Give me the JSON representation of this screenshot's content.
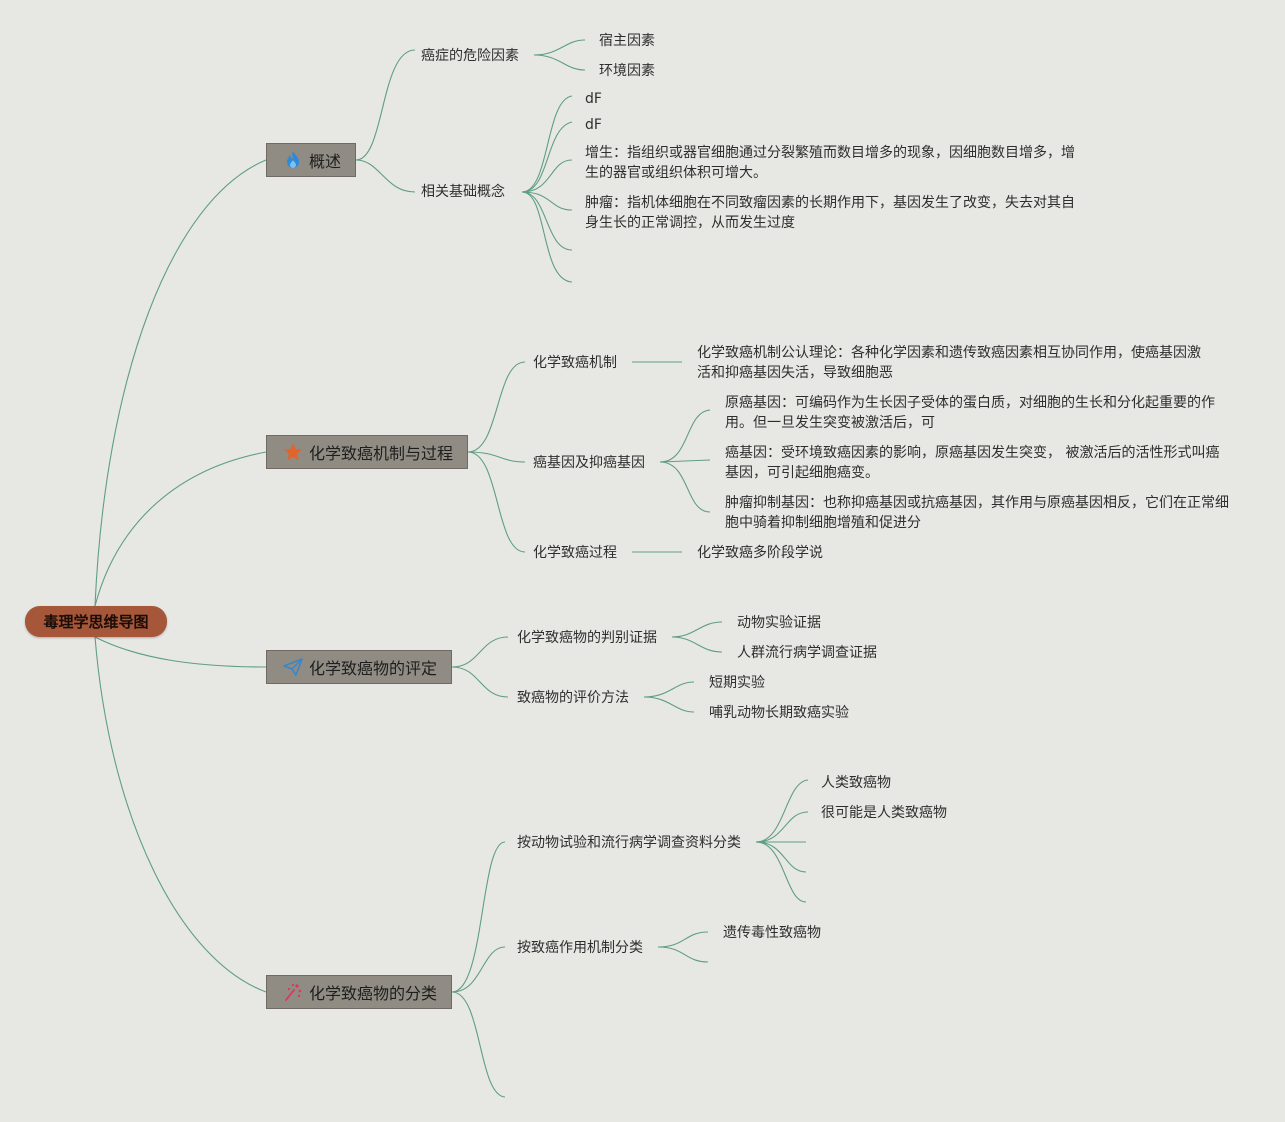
{
  "root": "毒理学思维导图",
  "branches": {
    "overview": {
      "label": "概述",
      "icon": "fire-icon",
      "risk_factors": {
        "label": "癌症的危险因素",
        "host": "宿主因素",
        "env": "环境因素"
      },
      "concepts": {
        "label": "相关基础概念",
        "df1": "dF",
        "df2": "dF",
        "hyperplasia": "增生：指组织或器官细胞通过分裂繁殖而数目增多的现象，因细胞数目增多，增生的器官或组织体积可增大。",
        "tumor": "肿瘤：指机体细胞在不同致瘤因素的长期作用下，基因发生了改变，失去对其自身生长的正常调控，从而发生过度"
      }
    },
    "mechanism": {
      "label": "化学致癌机制与过程",
      "icon": "star-icon",
      "mech": {
        "label": "化学致癌机制",
        "theory": "化学致癌机制公认理论：各种化学因素和遗传致癌因素相互协同作用，使癌基因激活和抑癌基因失活，导致细胞恶"
      },
      "genes": {
        "label": "癌基因及抑癌基因",
        "proto": "原癌基因：可编码作为生长因子受体的蛋白质，对细胞的生长和分化起重要的作用。但一旦发生突变被激活后，可",
        "onco": "癌基因：受环境致癌因素的影响，原癌基因发生突变， 被激活后的活性形式叫癌基因，可引起细胞癌变。",
        "suppressor": "肿瘤抑制基因：也称抑癌基因或抗癌基因，其作用与原癌基因相反，它们在正常细胞中骑着抑制细胞增殖和促进分"
      },
      "process": {
        "label": "化学致癌过程",
        "theory": "化学致癌多阶段学说"
      }
    },
    "evaluation": {
      "label": "化学致癌物的评定",
      "icon": "paper-plane-icon",
      "evidence": {
        "label": "化学致癌物的判别证据",
        "animal": "动物实验证据",
        "human": "人群流行病学调查证据"
      },
      "methods": {
        "label": "致癌物的评价方法",
        "short": "短期实验",
        "long": "哺乳动物长期致癌实验"
      }
    },
    "classification": {
      "label": "化学致癌物的分类",
      "icon": "sparkle-icon",
      "by_data": {
        "label": "按动物试验和流行病学调查资料分类",
        "human": "人类致癌物",
        "probable": "很可能是人类致癌物"
      },
      "by_mechanism": {
        "label": "按致癌作用机制分类",
        "genotoxic": "遗传毒性致癌物"
      }
    }
  },
  "colors": {
    "background": "#e7e8e4",
    "link": "#5f9e82",
    "root": "#a6573a",
    "main_node": "#908c84"
  }
}
